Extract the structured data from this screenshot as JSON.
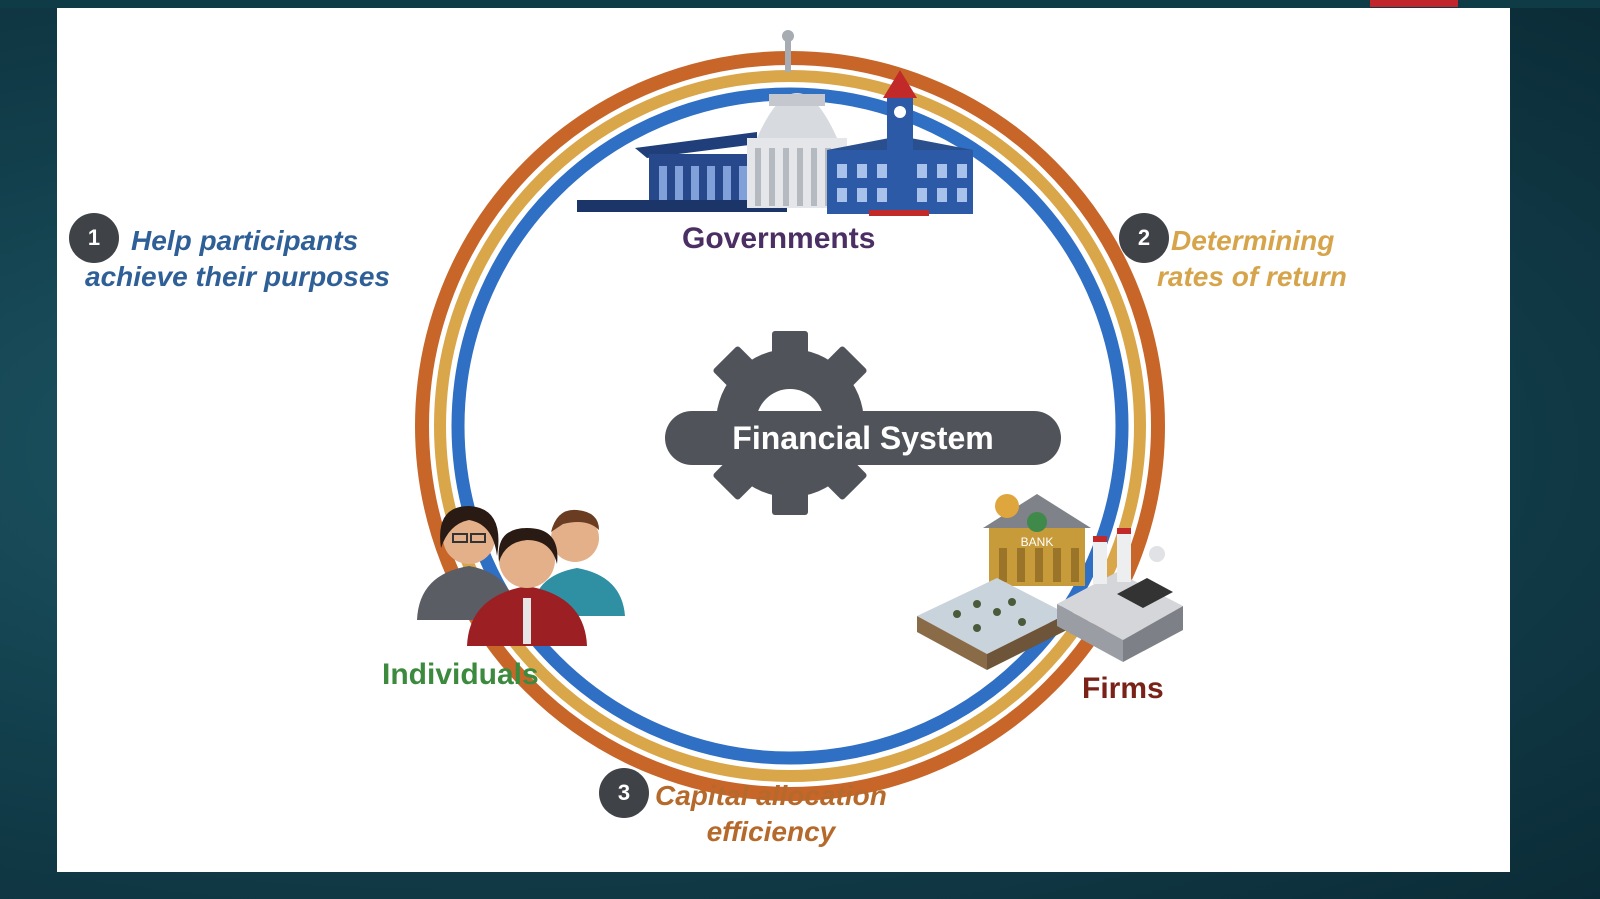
{
  "diagram": {
    "center_label": "Financial System",
    "nodes": [
      {
        "id": "governments",
        "label": "Governments",
        "color": "#4b2e63"
      },
      {
        "id": "individuals",
        "label": "Individuals",
        "color": "#3c8a3e"
      },
      {
        "id": "firms",
        "label": "Firms",
        "color": "#7a2218"
      }
    ],
    "points": [
      {
        "number": "1",
        "text": "Help participants\nachieve their purposes",
        "color": "#2f5f97"
      },
      {
        "number": "2",
        "text": "Determining\nrates of return",
        "color": "#d6a44a"
      },
      {
        "number": "3",
        "text": "Capital allocation\nefficiency",
        "color": "#b5692a"
      }
    ],
    "ring_colors": {
      "outer": "#c8662a",
      "middle": "#d9a64a",
      "inner": "#2f6fc4"
    },
    "icons": [
      "government-buildings-icon",
      "gear-icon",
      "people-icon",
      "bank-factory-icon"
    ],
    "bank_sign": "BANK"
  }
}
